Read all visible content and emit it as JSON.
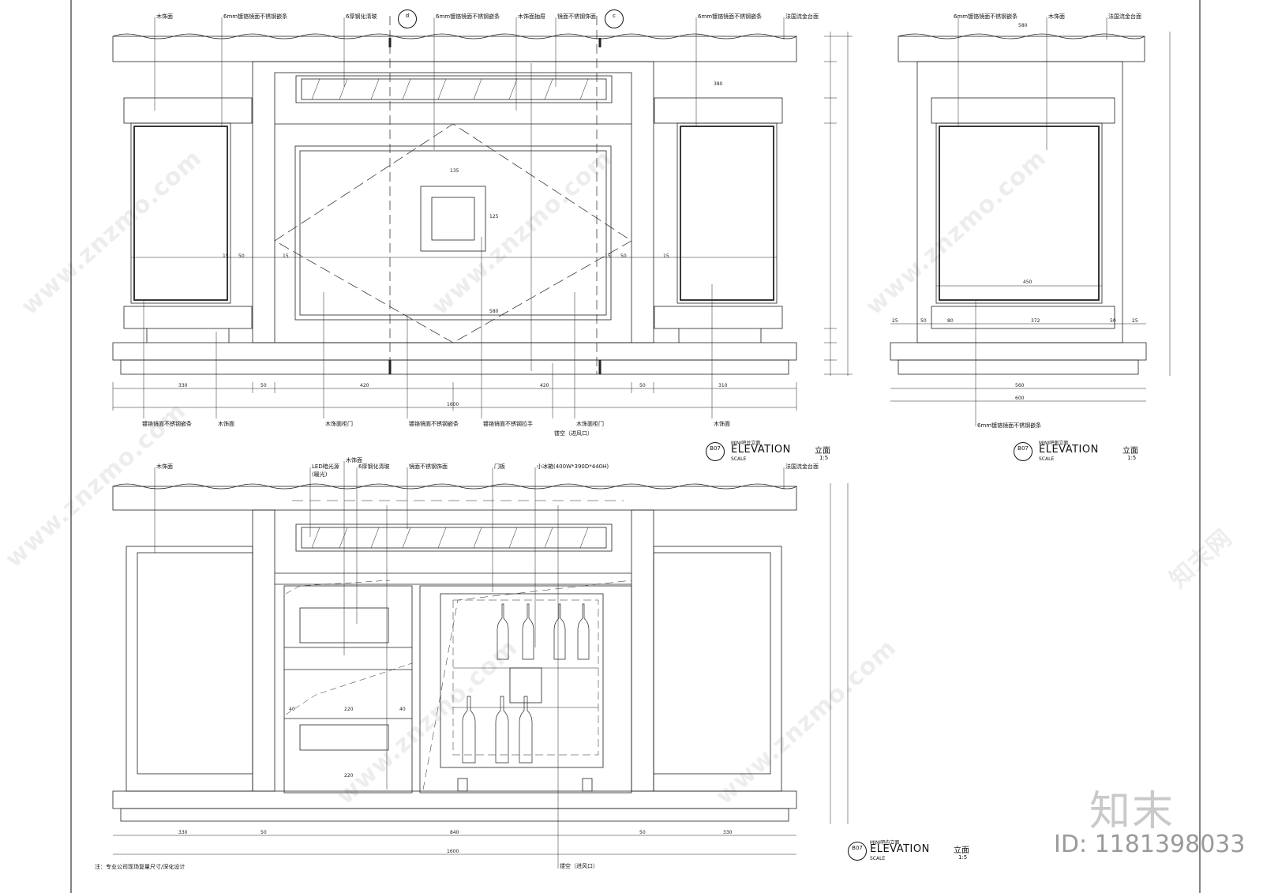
{
  "drawing": {
    "top_left": {
      "labels": [
        "木饰面",
        "6mm镀铬镜面不锈钢嵌条",
        "6厚钢化清玻",
        "6mm镀铬镜面不锈钢嵌条",
        "木饰面抽屉",
        "镜面不锈钢饰面",
        "6mm镀铬镜面不锈钢嵌条",
        "法国流金台面"
      ],
      "bottom_labels": [
        "镀铬镜面不锈钢嵌条",
        "木饰面",
        "木饰面柜门",
        "镀铬镜面不锈钢嵌条",
        "镀铬镜面不锈钢拉手",
        "镂空（进风口）",
        "木饰面柜门",
        "木饰面"
      ],
      "section_marks": [
        "d",
        "c"
      ],
      "dims_bottom": [
        "330",
        "50",
        "420",
        "420",
        "50",
        "310"
      ],
      "dim_total": "1600",
      "dims_inner": [
        "15",
        "50",
        "15",
        "15",
        "50",
        "15",
        "380",
        "135",
        "125",
        "580"
      ],
      "title": {
        "code": "B07",
        "sub": "MINI吧台立面",
        "main": "ELEVATION",
        "scale_word": "SCALE",
        "cn": "立面",
        "ratio": "1:5"
      }
    },
    "top_right": {
      "labels": [
        "6mm镀铬镜面不锈钢嵌条",
        "木饰面",
        "法国流金台面"
      ],
      "bottom_labels": [
        "6mm镀铬镜面不锈钢嵌条"
      ],
      "dims_top": "580",
      "dims_bottom": [
        "25",
        "50",
        "80",
        "372",
        "50",
        "25"
      ],
      "dim_total_a": "560",
      "dim_total_b": "600",
      "dim_mid": "450",
      "title": {
        "code": "B07",
        "sub": "MINI吧侧立面",
        "main": "ELEVATION",
        "scale_word": "SCALE",
        "cn": "立面",
        "ratio": "1:5"
      }
    },
    "bottom": {
      "labels": [
        "木饰面",
        "LED暗光源",
        "(暖光)",
        "木饰面",
        "6厚钢化清玻",
        "镜面不锈钢饰面",
        "门板",
        "小冰箱(400W*390D*440H)",
        "法国流金台面"
      ],
      "bottom_labels": [
        "镂空（进风口）"
      ],
      "dims_bottom": [
        "330",
        "50",
        "840",
        "50",
        "330"
      ],
      "dim_total": "1600",
      "dims_inner": [
        "40",
        "220",
        "40",
        "220"
      ],
      "title": {
        "code": "B07",
        "sub": "MINI吧内立面",
        "main": "ELEVATION",
        "scale_word": "SCALE",
        "cn": "立面",
        "ratio": "1:5"
      }
    },
    "note": "注：专业公司现场复量尺寸/深化设计"
  },
  "watermark": {
    "site": "www.znzmo.com",
    "cn": "知末网",
    "logo": "知末",
    "id": "ID: 1181398033"
  }
}
